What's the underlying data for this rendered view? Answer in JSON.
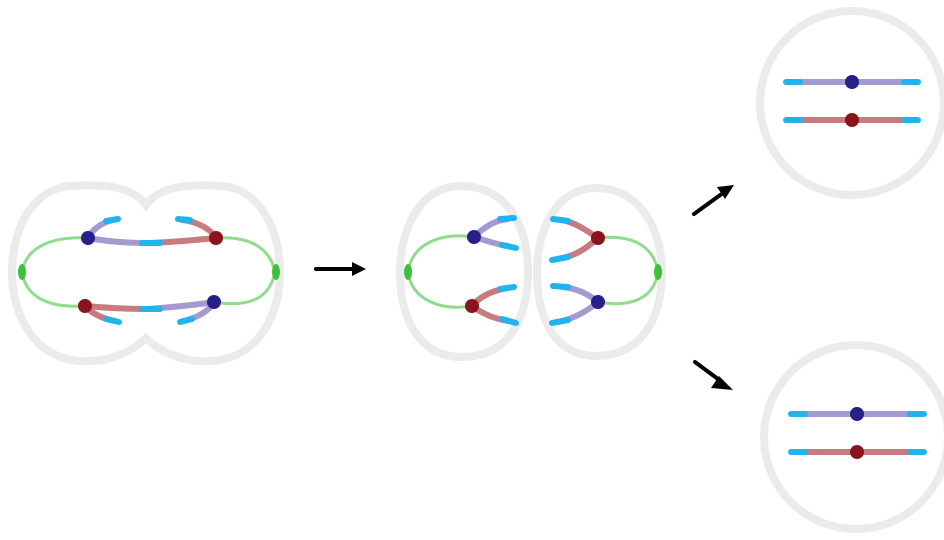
{
  "diagram": {
    "colors": {
      "membrane": "#ebebeb",
      "spindle": "#8fdc8a",
      "pole": "#3fbf3a",
      "chromatid_blue": "#a59ad0",
      "chromatid_red": "#c77b7e",
      "telomere": "#1fb3f0",
      "centromere_blue": "#27208a",
      "centromere_red": "#8a141c",
      "arrow": "#000000"
    },
    "stages": [
      {
        "name": "dividing-cell",
        "cells": 1
      },
      {
        "name": "daughter-cells",
        "cells": 2
      },
      {
        "name": "resulting-nuclei",
        "cells": 2
      }
    ]
  }
}
